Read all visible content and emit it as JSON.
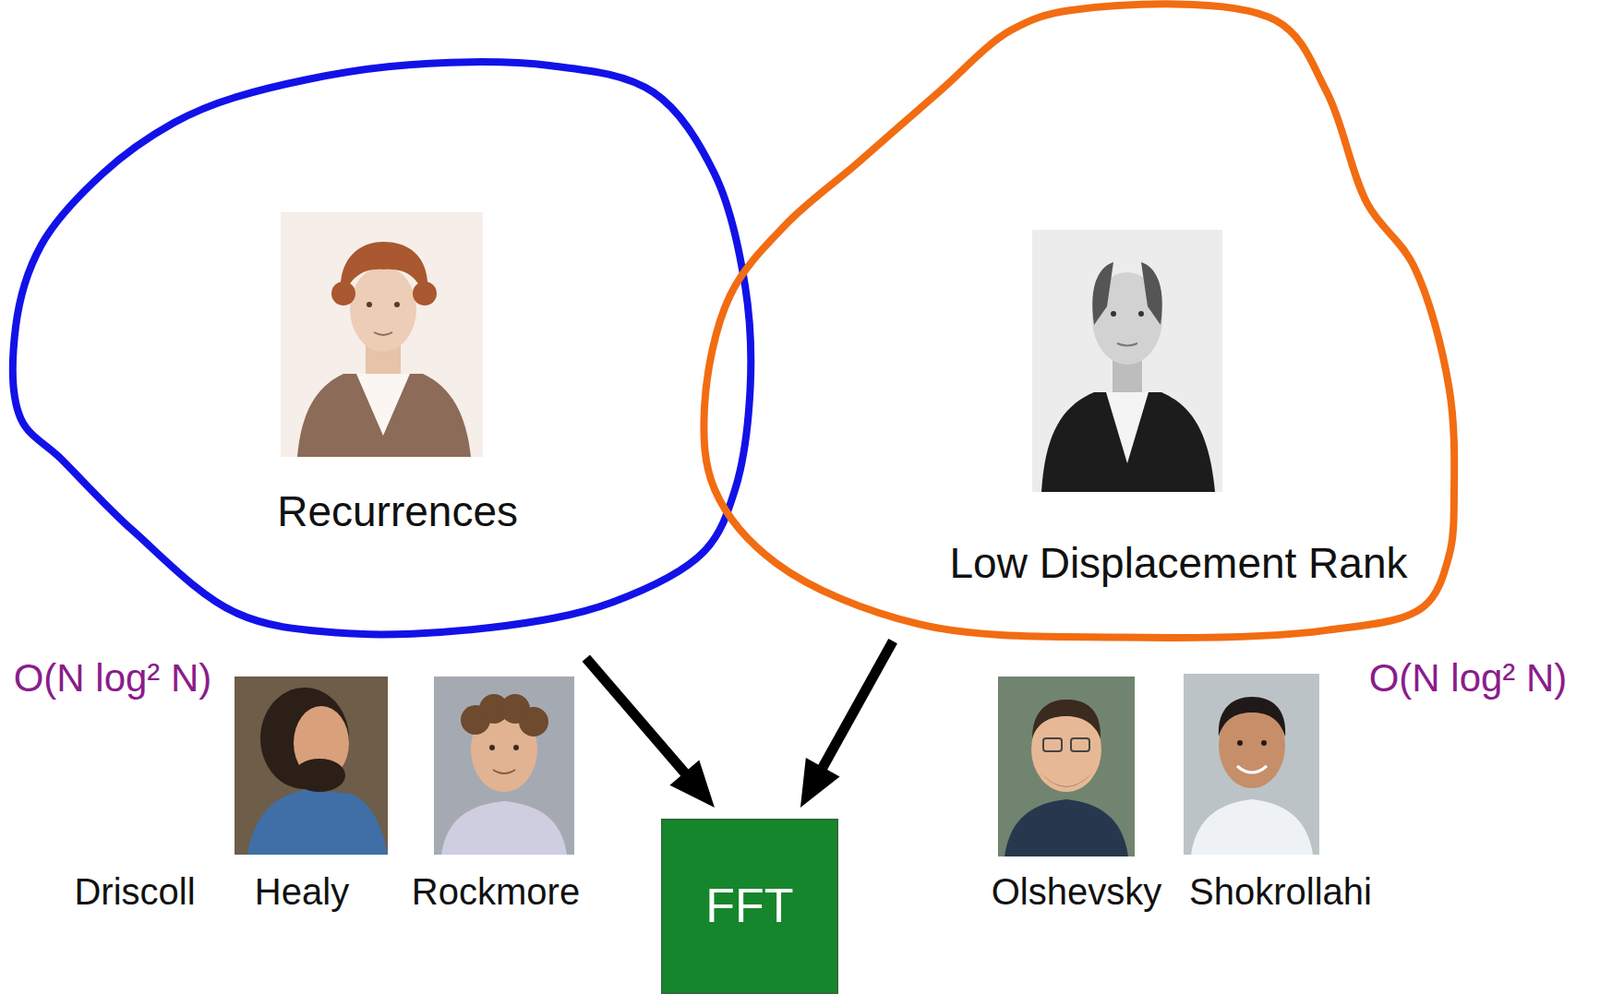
{
  "diagram": {
    "nodes": [
      {
        "text": [
          "Recurrences"
        ]
      },
      {
        "text": [
          "Low Displacement Rank"
        ]
      },
      {
        "text": [
          "FFT"
        ]
      }
    ],
    "edges": [
      {
        "from": 0,
        "to": 2,
        "arrow": "to"
      },
      {
        "from": 1,
        "to": 2,
        "arrow": "to"
      }
    ],
    "labels": [
      "O(N log² N)",
      "Driscoll",
      "Healy",
      "Rockmore",
      "Olshevsky",
      "Shokrollahi",
      "O(N log² N)"
    ]
  }
}
